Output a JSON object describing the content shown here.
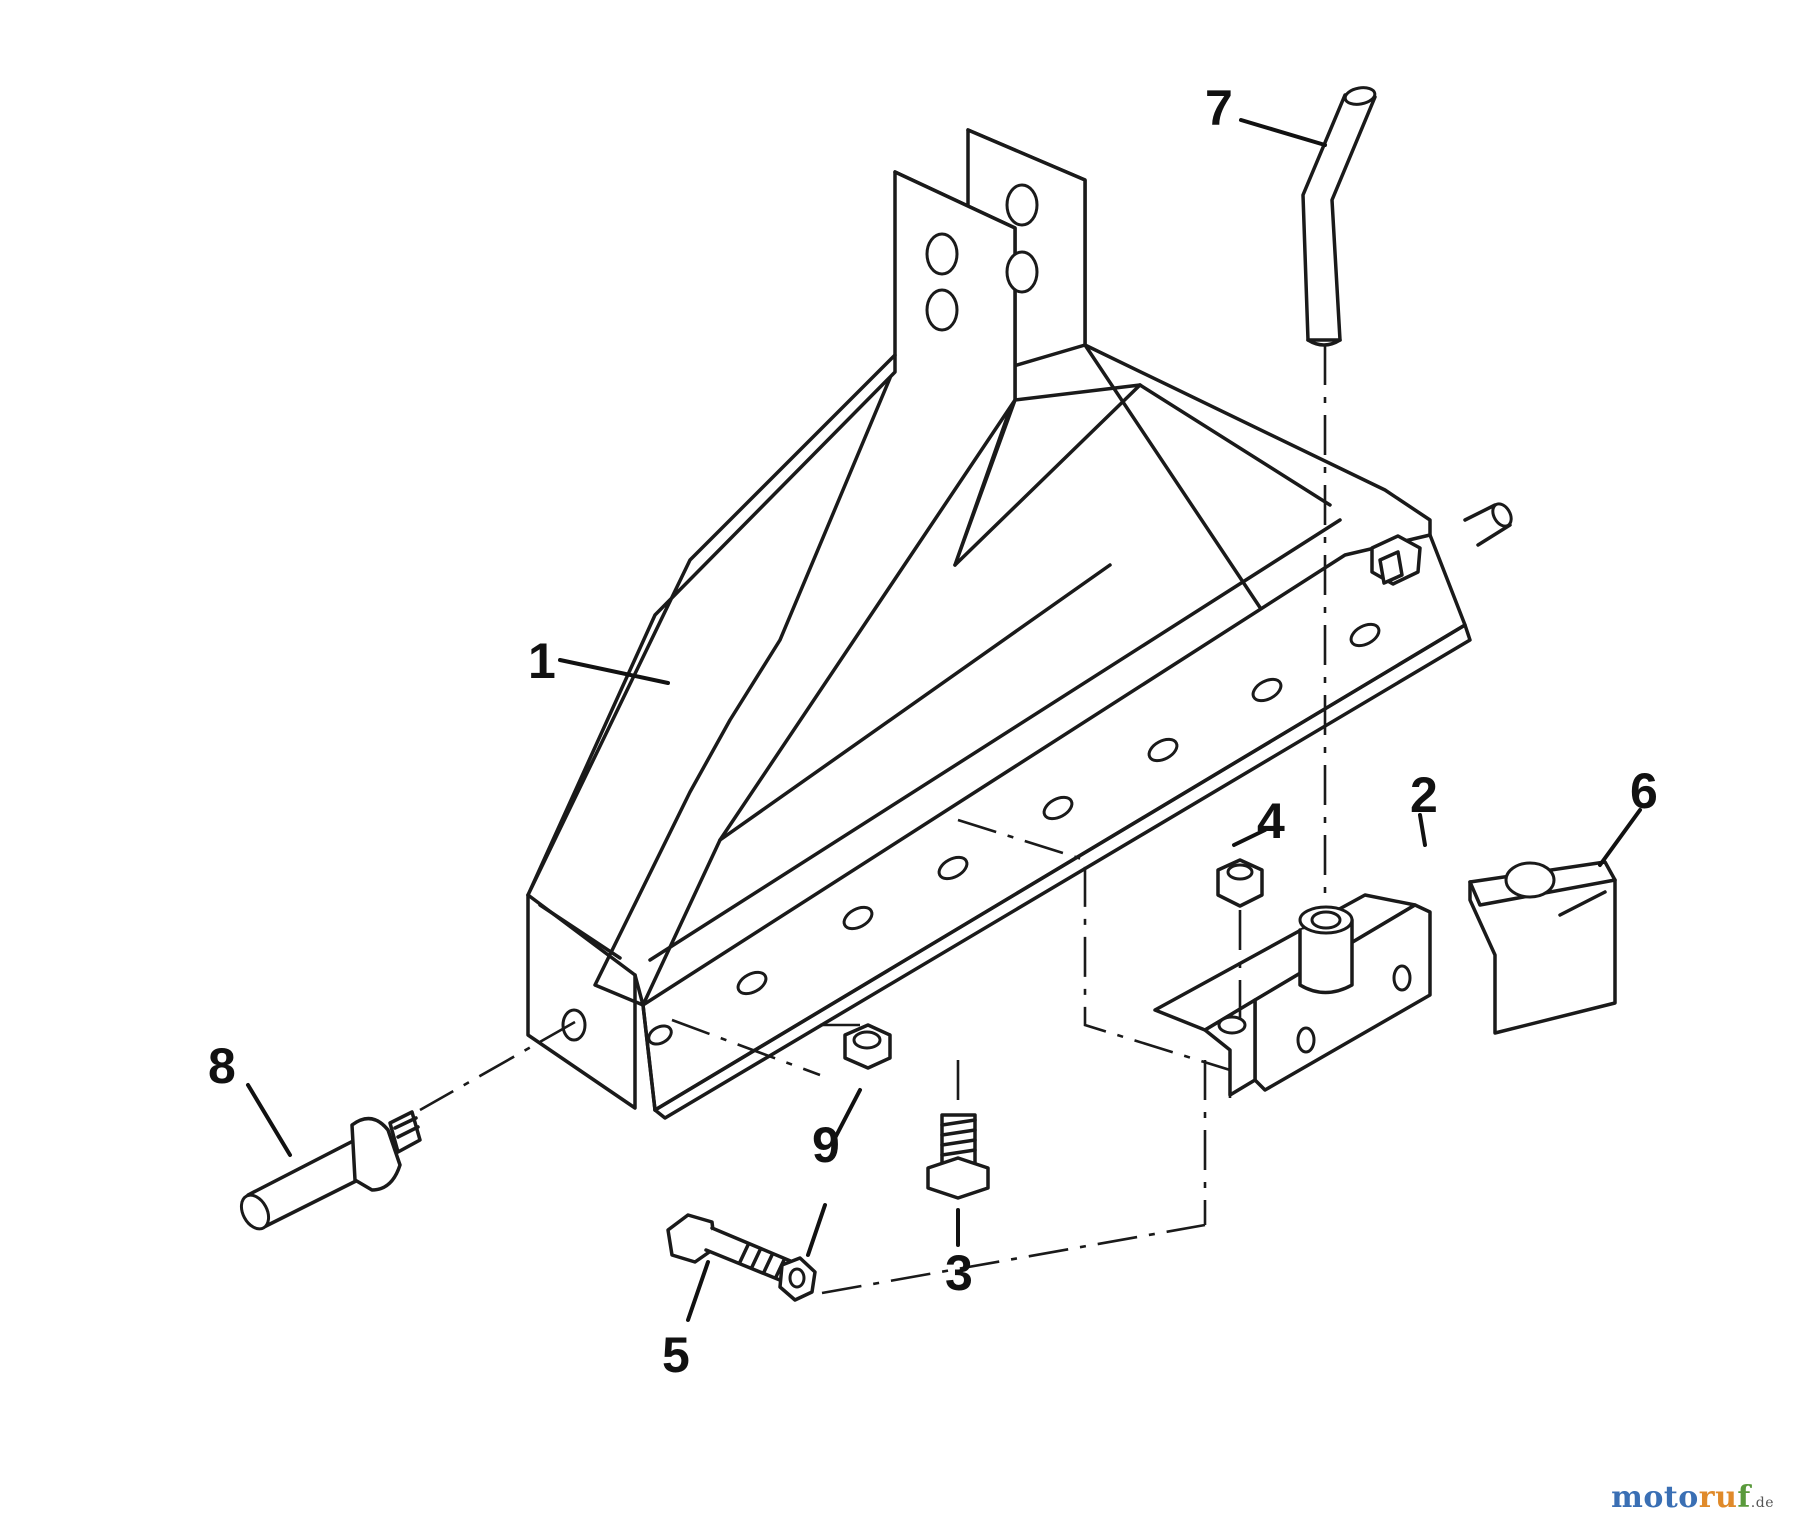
{
  "callouts": {
    "c1": "1",
    "c2": "2",
    "c3": "3",
    "c4": "4",
    "c5": "5",
    "c6": "6",
    "c7": "7",
    "c8": "8",
    "c9": "9"
  },
  "watermark": {
    "part1": "moto",
    "part2": "ru",
    "part3": "f",
    "tld": ".de"
  },
  "colors": {
    "line": "#1a1a1a",
    "watermark_blue": "#3a6fb4",
    "watermark_orange": "#e08a2a",
    "watermark_green": "#5a9a3c"
  }
}
